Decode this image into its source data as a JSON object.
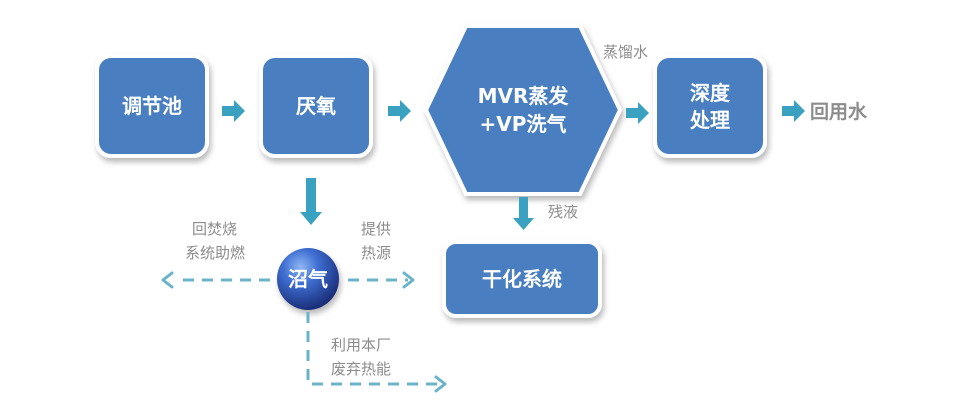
{
  "nodes": {
    "tiaojie": "调节池",
    "yanyang": "厌氧",
    "mvr_line1": "MVR蒸发",
    "mvr_line2": "+VP洗气",
    "shendu_line1": "深度",
    "shendu_line2": "处理",
    "ganhua": "干化系统",
    "zhaoqi": "沼气"
  },
  "labels": {
    "zhengliushui": "蒸馏水",
    "huiyongshui": "回用水",
    "canye": "残液",
    "huifen_line1": "回焚烧",
    "huifen_line2": "系统助燃",
    "tigong_line1": "提供",
    "tigong_line2": "热源",
    "liyong_line1": "利用本厂",
    "liyong_line2": "废弃热能"
  },
  "colors": {
    "box": "#4a7ec0",
    "box_border": "#ffffff",
    "arrow": "#3aa1c0",
    "dashed_arrow": "#6ab3c9",
    "annotation": "#8c8c8c"
  }
}
